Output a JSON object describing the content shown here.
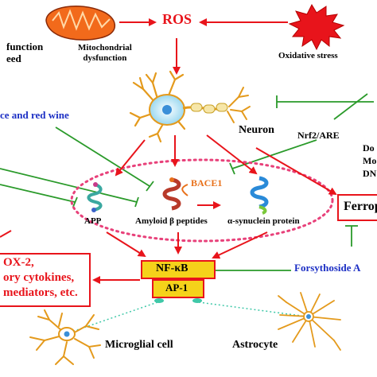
{
  "labels": {
    "ros": "ROS",
    "mito_line1": "Mitochondrial",
    "mito_line2": "dysfunction",
    "oxidative": "Oxidative stress",
    "function_line1": "function",
    "function_line2": "eed",
    "ce_red_wine": "ce and red wine",
    "neuron": "Neuron",
    "nrf2": "Nrf2/ARE",
    "right_do": "Do",
    "right_mo": "Mo",
    "right_dn": "DN",
    "bace1": "BACE1",
    "app": "APP",
    "amyloid": "Amyloid β peptides",
    "synuclein": "α-synuclein protein",
    "ferrop": "Ferrop",
    "left_box_line1": "OX-2,",
    "left_box_line2": "ory cytokines,",
    "left_box_line3": "mediators, etc.",
    "nfkb": "NF-κB",
    "ap1": "AP-1",
    "forsythoside": "Forsythoside A",
    "microglial": "Microglial cell",
    "astrocyte": "Astrocyte"
  },
  "colors": {
    "red": "#e8141b",
    "green": "#2a9a2a",
    "blue": "#1c2fc4",
    "orange": "#e8701a",
    "yellow_box": "#f5d21a",
    "teal": "#3fc8a8"
  },
  "icons": [
    "mitochondrion-icon",
    "oxidative-burst-icon",
    "neuron-icon",
    "app-helix-icon",
    "amyloid-helix-icon",
    "synuclein-helix-icon",
    "microglia-icon",
    "astrocyte-icon"
  ]
}
